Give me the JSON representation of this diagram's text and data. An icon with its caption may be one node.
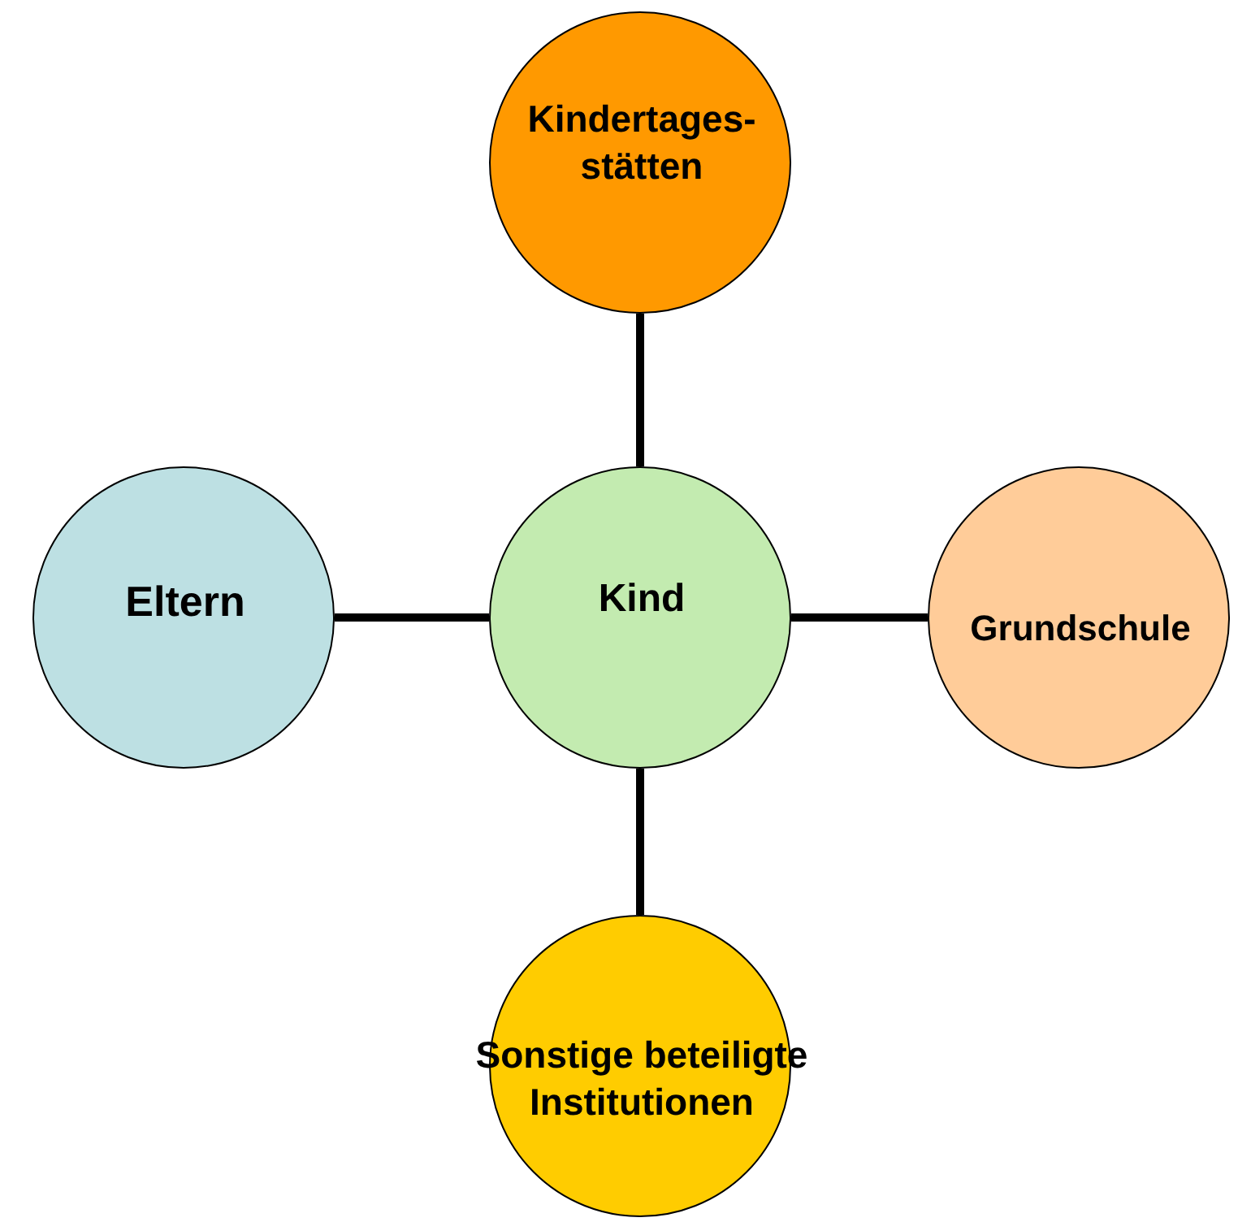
{
  "diagram": {
    "nodes": [
      {
        "text": [
          "Kindertages- stätten"
        ]
      },
      {
        "text": [
          "Eltern"
        ]
      },
      {
        "text": [
          "Kind"
        ]
      },
      {
        "text": [
          "Grundschule"
        ]
      },
      {
        "text": [
          "Sonstige beteiligte Institutionen"
        ]
      }
    ],
    "edges": [
      {
        "from": 2,
        "to": 0,
        "arrow": "none"
      },
      {
        "from": 1,
        "to": 2,
        "arrow": "none"
      },
      {
        "from": 2,
        "to": 3,
        "arrow": "none"
      },
      {
        "from": 2,
        "to": 4,
        "arrow": "none"
      }
    ]
  }
}
